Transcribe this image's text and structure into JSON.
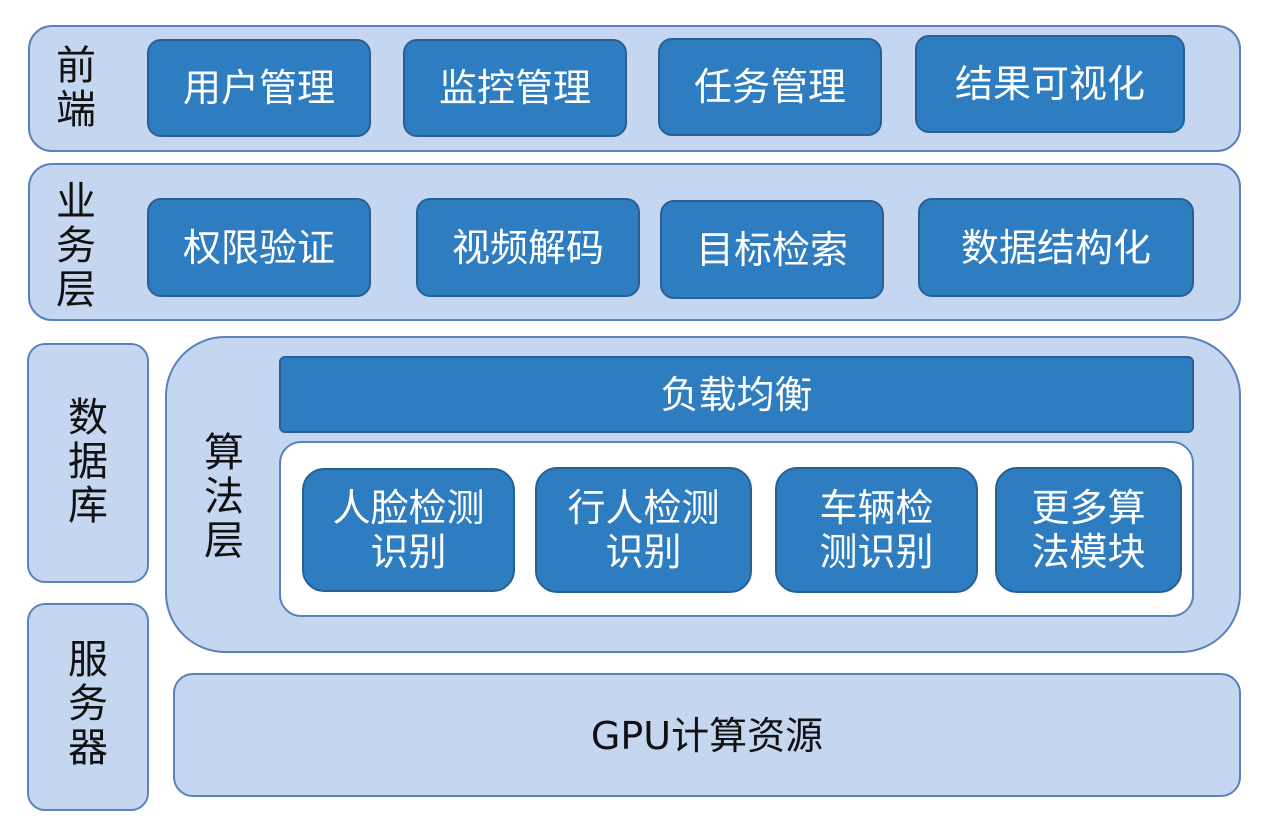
{
  "frontend": {
    "label": "前\n端",
    "items": [
      "用户管理",
      "监控管理",
      "任务管理",
      "结果可视化"
    ]
  },
  "business": {
    "label": "业\n务\n层",
    "items": [
      "权限验证",
      "视频解码",
      "目标检索",
      "数据结构化"
    ]
  },
  "database": {
    "label": "数\n据\n库"
  },
  "server": {
    "label": "服\n务\n器"
  },
  "algorithm": {
    "label": "算\n法\n层",
    "load_balance": "负载均衡",
    "modules": [
      "人脸检测\n识别",
      "行人检测\n识别",
      "车辆检\n测识别",
      "更多算\n法模块"
    ]
  },
  "gpu": {
    "label": "GPU计算资源"
  }
}
